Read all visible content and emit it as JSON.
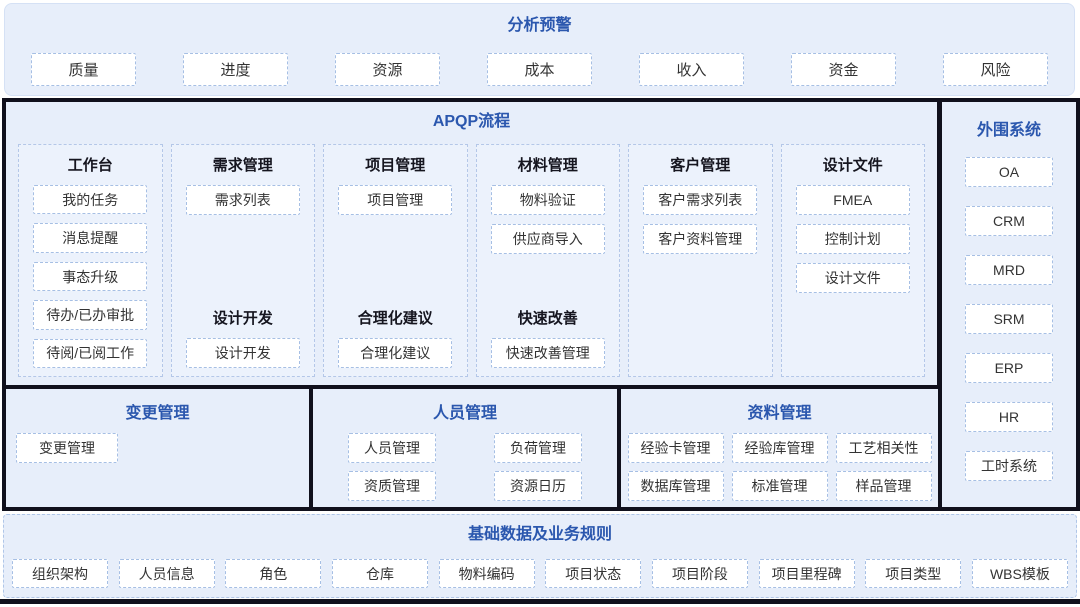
{
  "colors": {
    "accent_blue": "#2b57ae",
    "dark_border": "#10101c",
    "panel_bg": "#e7eefa",
    "dashed_border": "#a6bfe4"
  },
  "analysis_warning": {
    "title": "分析预警",
    "items": [
      "质量",
      "进度",
      "资源",
      "成本",
      "收入",
      "资金",
      "风险"
    ]
  },
  "apqp": {
    "title": "APQP流程",
    "columns": [
      {
        "title": "工作台",
        "items": [
          "我的任务",
          "消息提醒",
          "事态升级",
          "待办/已办审批",
          "待阅/已阅工作"
        ]
      },
      {
        "title": "需求管理",
        "items": [
          "需求列表"
        ],
        "sub": {
          "title": "设计开发",
          "items": [
            "设计开发"
          ]
        }
      },
      {
        "title": "项目管理",
        "items": [
          "项目管理"
        ],
        "sub": {
          "title": "合理化建议",
          "items": [
            "合理化建议"
          ]
        }
      },
      {
        "title": "材料管理",
        "items": [
          "物料验证",
          "供应商导入"
        ],
        "sub": {
          "title": "快速改善",
          "items": [
            "快速改善管理"
          ]
        }
      },
      {
        "title": "客户管理",
        "items": [
          "客户需求列表",
          "客户资料管理"
        ]
      },
      {
        "title": "设计文件",
        "items": [
          "FMEA",
          "控制计划",
          "设计文件"
        ]
      }
    ]
  },
  "peripheral": {
    "title": "外围系统",
    "items": [
      "OA",
      "CRM",
      "MRD",
      "SRM",
      "ERP",
      "HR",
      "工时系统"
    ]
  },
  "change_mgmt": {
    "title": "变更管理",
    "items": [
      "变更管理"
    ]
  },
  "personnel": {
    "title": "人员管理",
    "items": [
      "人员管理",
      "负荷管理",
      "资质管理",
      "资源日历"
    ]
  },
  "data_mgmt": {
    "title": "资料管理",
    "items": [
      "经验卡管理",
      "经验库管理",
      "工艺相关性",
      "数据库管理",
      "标准管理",
      "样品管理"
    ]
  },
  "base_data": {
    "title": "基础数据及业务规则",
    "items": [
      "组织架构",
      "人员信息",
      "角色",
      "仓库",
      "物料编码",
      "项目状态",
      "项目阶段",
      "项目里程碑",
      "项目类型",
      "WBS模板"
    ]
  }
}
